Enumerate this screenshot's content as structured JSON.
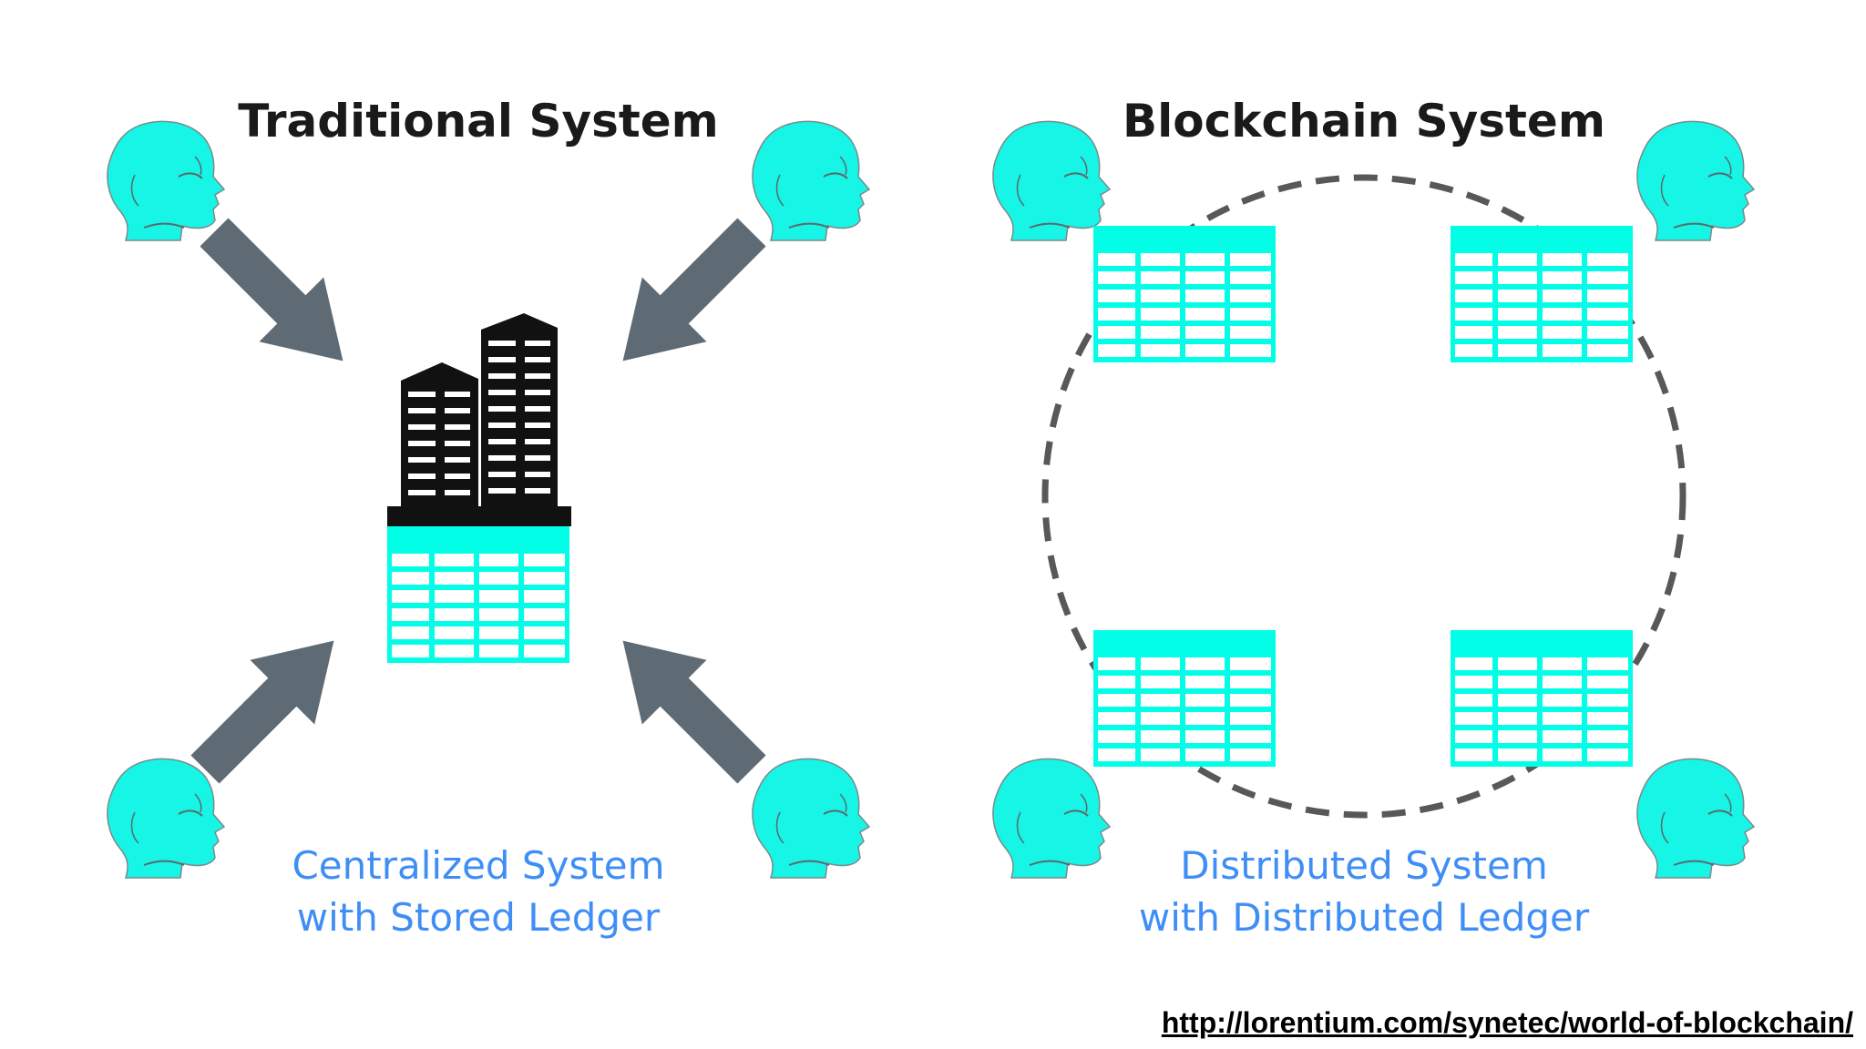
{
  "colors": {
    "head": "#16f5e6",
    "ledger_fill": "#00ffe6",
    "arrow": "#5f6b74",
    "building": "#111111",
    "caption": "#3f8ef5",
    "dashed": "#585858"
  },
  "icons": {
    "person": "person-head-icon",
    "ledger": "ledger-table-icon",
    "building": "office-building-icon",
    "arrow": "arrow-icon"
  },
  "traditional": {
    "title": "Traditional System",
    "caption_line1": "Centralized System",
    "caption_line2": "with Stored Ledger"
  },
  "blockchain": {
    "title": "Blockchain System",
    "caption_line1": "Distributed System",
    "caption_line2": "with Distributed Ledger"
  },
  "source": {
    "link": "http://lorentium.com/synetec/world-of-blockchain/"
  }
}
